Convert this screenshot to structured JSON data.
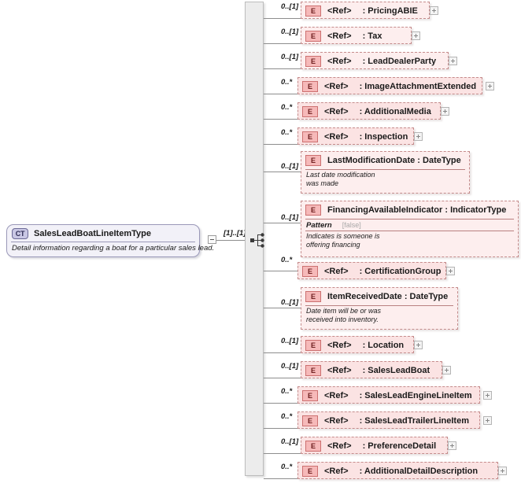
{
  "complex_type": {
    "icon": "complex-type-icon",
    "icon_label": "CT",
    "name": "SalesLeadBoatLineItemType",
    "description": "Detail information regarding a boat for a particular sales lead.",
    "cardinality": "[1]..[1]",
    "collapse_icon": "minus-icon"
  },
  "compositor": {
    "type": "sequence",
    "icon": "sequence-icon"
  },
  "elements": [
    {
      "cardinality": "0..[1]",
      "icon_label": "E",
      "ref_label": "<Ref>",
      "name": ": PricingABIE",
      "has_expand": true
    },
    {
      "cardinality": "0..[1]",
      "icon_label": "E",
      "ref_label": "<Ref>",
      "name": ": Tax",
      "has_expand": true
    },
    {
      "cardinality": "0..[1]",
      "icon_label": "E",
      "ref_label": "<Ref>",
      "name": ": LeadDealerParty",
      "has_expand": true
    },
    {
      "cardinality": "0..*",
      "icon_label": "E",
      "ref_label": "<Ref>",
      "name": ": ImageAttachmentExtended",
      "has_expand": true
    },
    {
      "cardinality": "0..*",
      "icon_label": "E",
      "ref_label": "<Ref>",
      "name": ": AdditionalMedia",
      "has_expand": true
    },
    {
      "cardinality": "0..*",
      "icon_label": "E",
      "ref_label": "<Ref>",
      "name": ": Inspection",
      "has_expand": true
    },
    {
      "cardinality": "0..[1]",
      "icon_label": "E",
      "name": "LastModificationDate : DateType",
      "description": "Last date modification\nwas made",
      "has_expand": false
    },
    {
      "cardinality": "0..[1]",
      "icon_label": "E",
      "name": "FinancingAvailableIndicator : IndicatorType",
      "facet_label": "Pattern",
      "facet_value": "[false]",
      "description": "Indicates is someone is\noffering financing",
      "has_expand": false
    },
    {
      "cardinality": "0..*",
      "icon_label": "E",
      "ref_label": "<Ref>",
      "name": ": CertificationGroup",
      "has_expand": true
    },
    {
      "cardinality": "0..[1]",
      "icon_label": "E",
      "name": "ItemReceivedDate : DateType",
      "description": "Date item will be or was\nreceived into inventory.",
      "has_expand": false
    },
    {
      "cardinality": "0..[1]",
      "icon_label": "E",
      "ref_label": "<Ref>",
      "name": ": Location",
      "has_expand": true
    },
    {
      "cardinality": "0..[1]",
      "icon_label": "E",
      "ref_label": "<Ref>",
      "name": ": SalesLeadBoat",
      "has_expand": true
    },
    {
      "cardinality": "0..*",
      "icon_label": "E",
      "ref_label": "<Ref>",
      "name": ": SalesLeadEngineLineItem",
      "has_expand": true
    },
    {
      "cardinality": "0..*",
      "icon_label": "E",
      "ref_label": "<Ref>",
      "name": ": SalesLeadTrailerLineItem",
      "has_expand": true
    },
    {
      "cardinality": "0..[1]",
      "icon_label": "E",
      "ref_label": "<Ref>",
      "name": ": PreferenceDetail",
      "has_expand": true
    },
    {
      "cardinality": "0..*",
      "icon_label": "E",
      "ref_label": "<Ref>",
      "name": ": AdditionalDetailDescription",
      "has_expand": true
    }
  ],
  "colors": {
    "element_fill": "#fdeeee",
    "element_border": "#c58c8c",
    "element_icon_fill": "#f6b9b9",
    "complex_type_fill": "#f2f1f8",
    "complex_type_border": "#9a98b8",
    "compositor_fill": "#ececec",
    "wire": "#8e8e8e"
  }
}
